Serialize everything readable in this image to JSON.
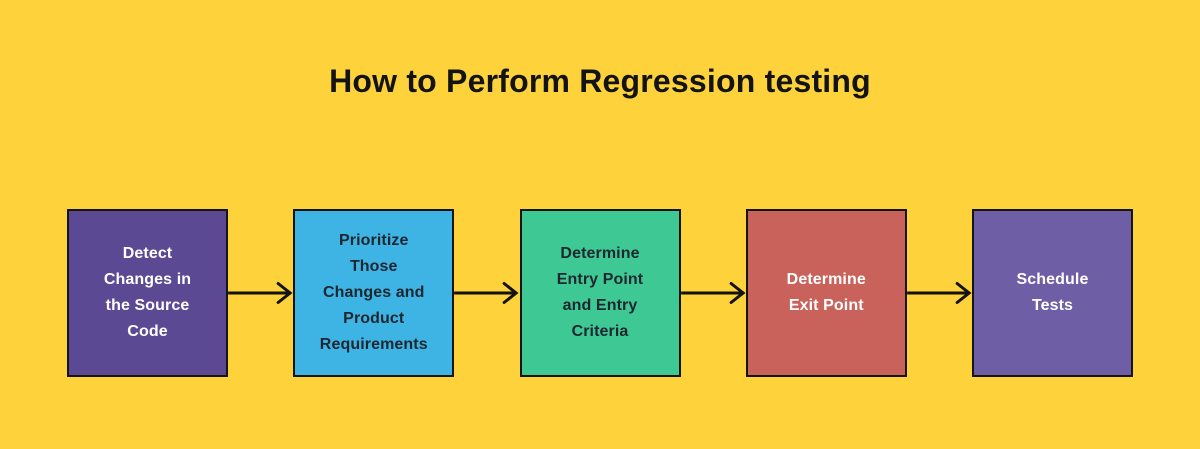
{
  "header": {
    "title": "How to Perform Regression testing"
  },
  "flow": {
    "steps": [
      {
        "label": "Detect Changes in the Source Code",
        "bg": "#5B4A93",
        "fg": "#FFFFFF"
      },
      {
        "label": "Prioritize Those Changes and Product Requirements",
        "bg": "#3DB4E4",
        "fg": "#1E2630"
      },
      {
        "label": "Determine Entry Point and Entry Criteria",
        "bg": "#3EC894",
        "fg": "#1E2630"
      },
      {
        "label": "Determine Exit Point",
        "bg": "#C8625A",
        "fg": "#FFFFFF"
      },
      {
        "label": "Schedule Tests",
        "bg": "#6D5EA6",
        "fg": "#FFFFFF"
      }
    ],
    "arrow_color": "#131313"
  },
  "colors": {
    "background": "#FDD23B",
    "title_text": "#131313",
    "box_border": "#141414"
  }
}
